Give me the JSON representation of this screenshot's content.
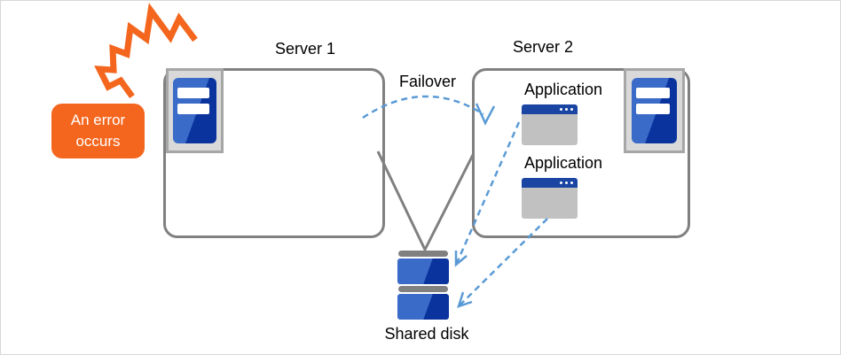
{
  "diagram": {
    "error_callout": {
      "line1": "An error",
      "line2": "occurs"
    },
    "server1": {
      "label": "Server 1",
      "icon": "server-icon"
    },
    "server2": {
      "label": "Server 2",
      "icon": "server-icon",
      "applications": [
        {
          "label": "Application",
          "icon": "app-window-icon"
        },
        {
          "label": "Application",
          "icon": "app-window-icon"
        }
      ]
    },
    "failover_arrow": {
      "label": "Failover"
    },
    "shared_disk": {
      "label": "Shared disk",
      "icon": "disk-icon"
    },
    "colors": {
      "accent_orange": "#f4661e",
      "server_blue_light": "#3a6bc8",
      "server_blue_dark": "#0a339e",
      "app_titlebar_blue": "#1a45a3",
      "arrow_blue": "#5b9bd5",
      "connector_gray": "#808080",
      "box_border_gray": "#808080",
      "icon_bg_gray": "#d9d9d9",
      "window_body_gray": "#c1c1c1"
    }
  }
}
